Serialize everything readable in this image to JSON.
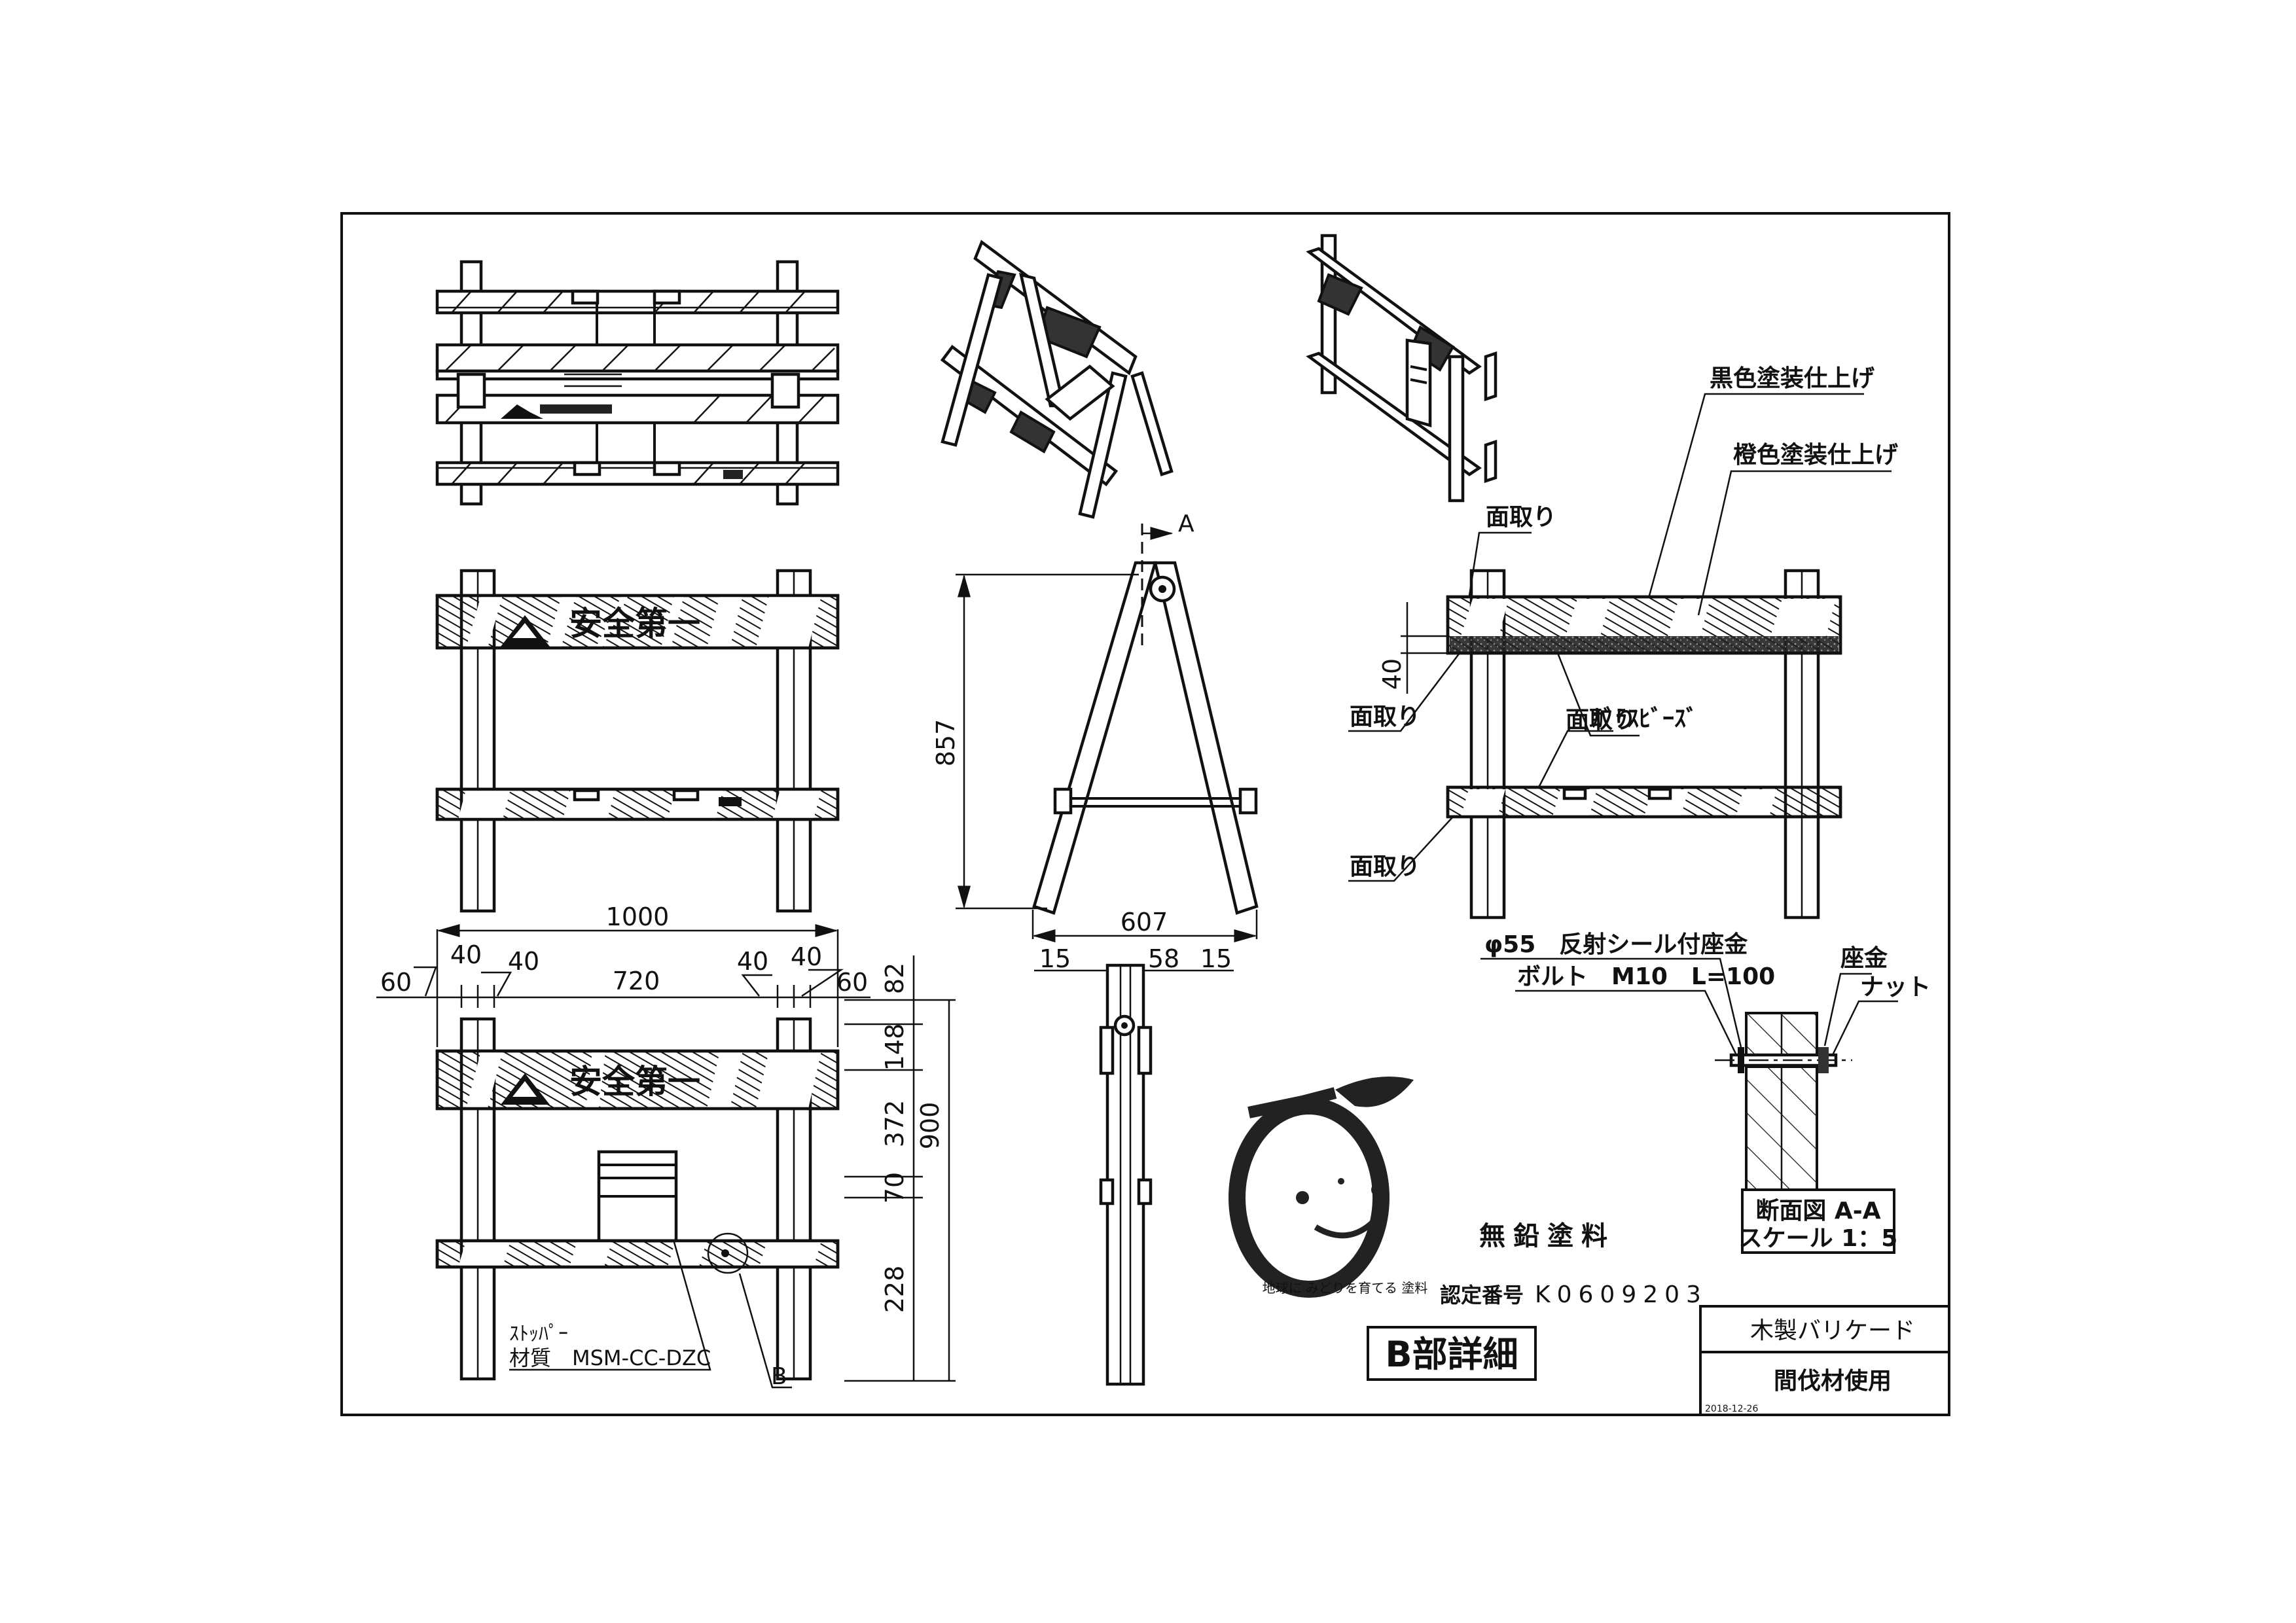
{
  "drawing": {
    "title": "木製バリケード",
    "subtitle": "間伐材使用",
    "date": "2018-12-26",
    "detail_label": "B部詳細",
    "paint_label": "無鉛塗料",
    "cert_label": "認定番号",
    "cert_number": "K0609203",
    "logo_caption": "地球に みどりを育てる 塗料",
    "board_text": "安全第一",
    "section_label": "A",
    "detail_marker": "B"
  },
  "callouts": {
    "black_finish": "黒色塗装仕上げ",
    "orange_finish": "橙色塗装仕上げ",
    "chamfer": "面取り",
    "glass_beads": "ｶﾞﾗｽﾋﾞｰｽﾞ",
    "washer_reflective": "φ55　反射シール付座金",
    "bolt": "ボルト　M10　L=100",
    "washer": "座金",
    "nut": "ナット",
    "stopper_name": "ｽﾄｯﾊﾟｰ",
    "stopper_material": "材質　MSM-CC-DZC"
  },
  "section_view": {
    "title": "断面図 A-A",
    "scale": "スケール 1：5"
  },
  "dimensions": {
    "overall_width": "1000",
    "inner_width": "720",
    "edge_left": "60",
    "edge_right": "60",
    "post_left_a": "40",
    "post_left_b": "40",
    "post_right_a": "40",
    "post_right_b": "40",
    "post_top": "82",
    "top_board": "148",
    "gap": "372",
    "bottom_board": "70",
    "leg_bottom": "228",
    "overall_height": "900",
    "side_height": "857",
    "side_span": "607",
    "thick_left": "15",
    "thick_center": "58",
    "thick_right": "15",
    "bead_band": "40"
  }
}
